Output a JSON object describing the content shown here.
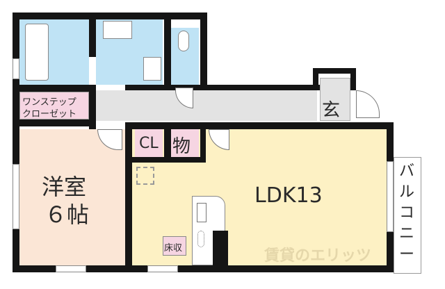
{
  "floorplan": {
    "rooms": {
      "western_room": {
        "name": "洋室",
        "size": "６帖"
      },
      "ldk": {
        "label": "LDK13"
      },
      "entrance": {
        "label": "玄"
      },
      "closet": {
        "label": "CL"
      },
      "storage": {
        "label": "物"
      },
      "one_step_closet": {
        "line1": "ワンステップ",
        "line2": "クローゼット"
      },
      "floor_storage": {
        "label": "床収"
      },
      "balcony": {
        "label": "バルコニー"
      }
    },
    "watermark": "賃貸のエリッツ",
    "colors": {
      "wall": "#151515",
      "wet_area": "#bfe3f5",
      "corridor": "#e3e3e3",
      "western_room": "#fbe6d6",
      "ldk": "#fdf1c4",
      "storage_pink": "#f6d5e2"
    }
  }
}
